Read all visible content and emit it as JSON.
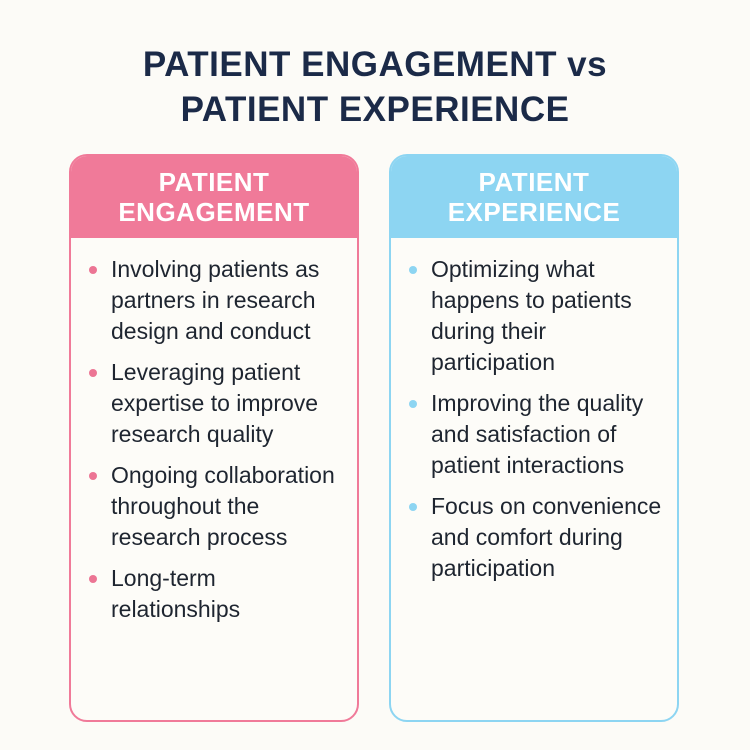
{
  "title_line1": "PATIENT ENGAGEMENT vs",
  "title_line2": "PATIENT EXPERIENCE",
  "colors": {
    "engagement": "#f07a99",
    "experience": "#8dd5f2",
    "title": "#1b2a48",
    "background": "#fcfbf7"
  },
  "engagement": {
    "heading_line1": "PATIENT",
    "heading_line2": "ENGAGEMENT",
    "items": [
      "Involving patients as partners in research design and conduct",
      "Leveraging patient expertise to improve research quality",
      "Ongoing collaboration throughout the research process",
      "Long-term relationships"
    ]
  },
  "experience": {
    "heading_line1": "PATIENT",
    "heading_line2": "EXPERIENCE",
    "items": [
      "Optimizing what happens to patients during their participation",
      "Improving the quality and satisfaction of patient interactions",
      "Focus on convenience and comfort during participation"
    ]
  }
}
